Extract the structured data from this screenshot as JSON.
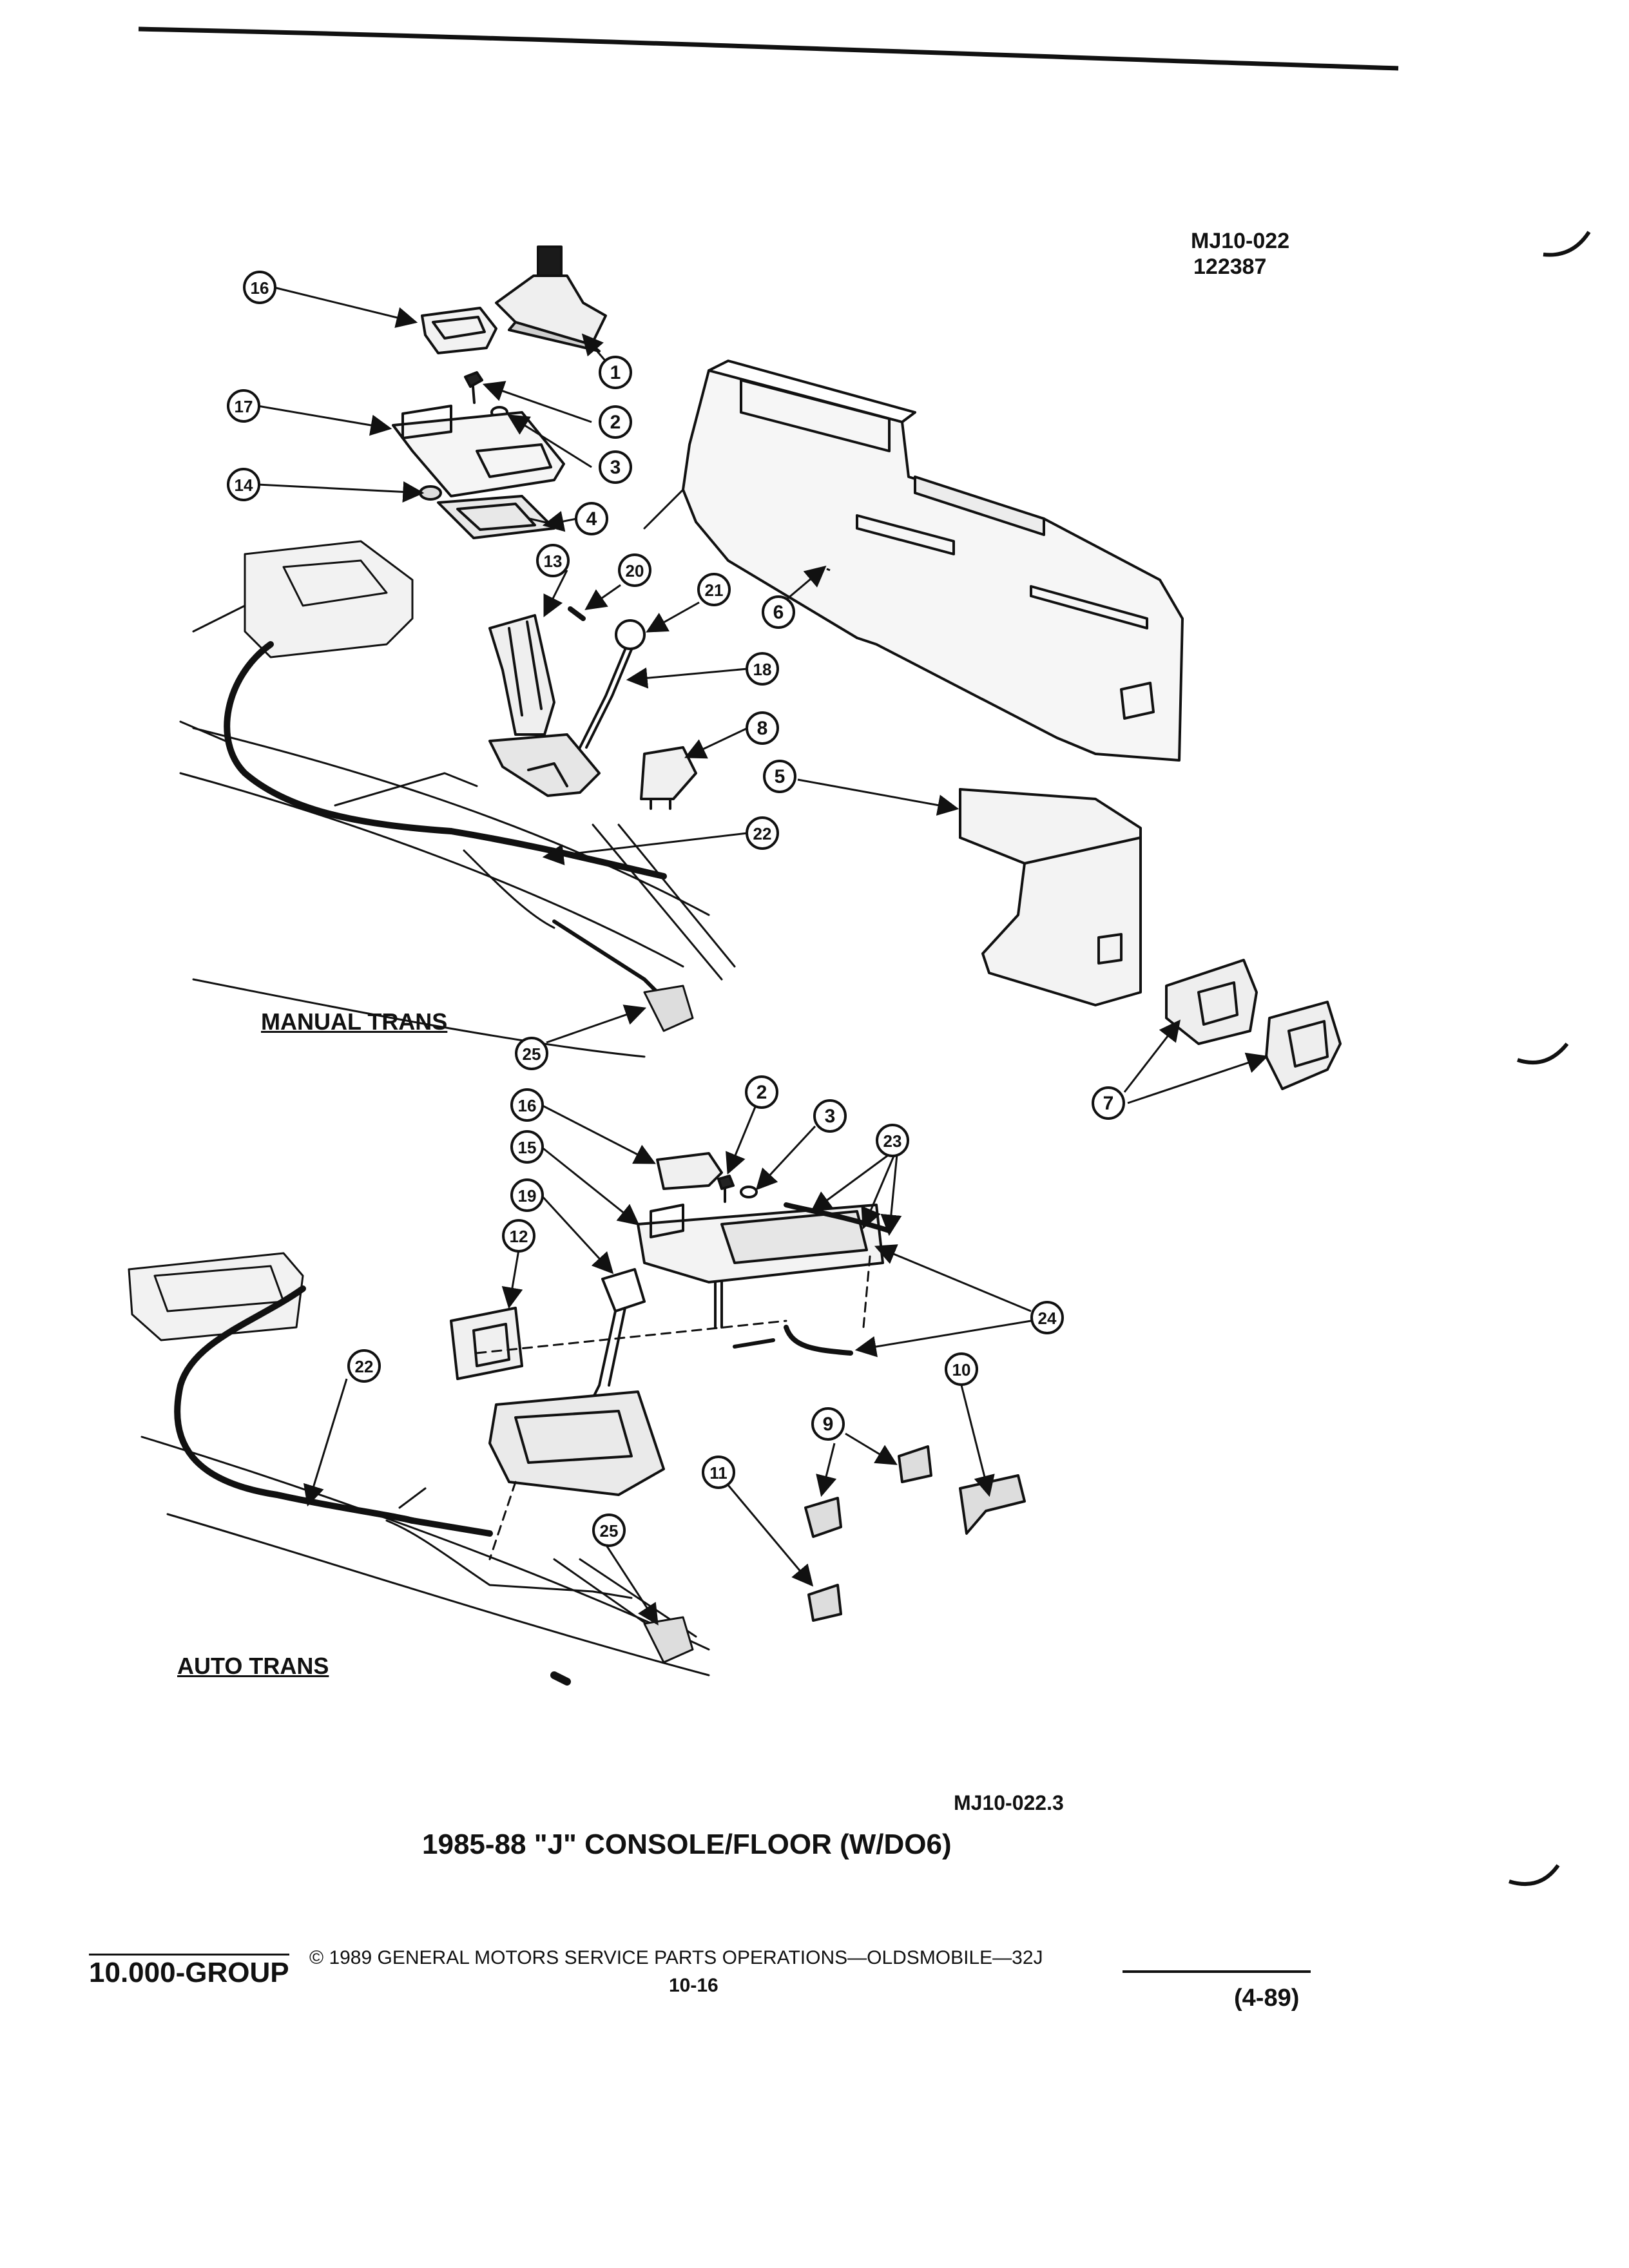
{
  "header": {
    "figure_id": "MJ10-022",
    "figure_date": "122387"
  },
  "sections": {
    "manual": "MANUAL TRANS",
    "auto": "AUTO TRANS"
  },
  "callouts": {
    "manual": [
      {
        "n": "16",
        "target": "shift-boot-bezel"
      },
      {
        "n": "1",
        "target": "shift-boot"
      },
      {
        "n": "17",
        "target": "shifter-plate"
      },
      {
        "n": "2",
        "target": "screw"
      },
      {
        "n": "3",
        "target": "nut"
      },
      {
        "n": "14",
        "target": "plug"
      },
      {
        "n": "4",
        "target": "seal-plate"
      },
      {
        "n": "13",
        "target": "shifter-bracket"
      },
      {
        "n": "20",
        "target": "spring"
      },
      {
        "n": "21",
        "target": "knob"
      },
      {
        "n": "18",
        "target": "shift-lever"
      },
      {
        "n": "6",
        "target": "console"
      },
      {
        "n": "8",
        "target": "switch"
      },
      {
        "n": "5",
        "target": "armrest"
      },
      {
        "n": "22",
        "target": "wire-harness"
      },
      {
        "n": "25",
        "target": "connector"
      },
      {
        "n": "7",
        "target": "ashtray"
      }
    ],
    "auto": [
      {
        "n": "16",
        "target": "bezel"
      },
      {
        "n": "2",
        "target": "screw"
      },
      {
        "n": "3",
        "target": "nut"
      },
      {
        "n": "23",
        "target": "clip"
      },
      {
        "n": "15",
        "target": "indicator-plate"
      },
      {
        "n": "19",
        "target": "shift-handle"
      },
      {
        "n": "12",
        "target": "bracket"
      },
      {
        "n": "24",
        "target": "lamp-harness"
      },
      {
        "n": "10",
        "target": "bracket"
      },
      {
        "n": "22",
        "target": "wire-harness"
      },
      {
        "n": "9",
        "target": "bracket"
      },
      {
        "n": "11",
        "target": "bracket"
      },
      {
        "n": "25",
        "target": "connector"
      }
    ]
  },
  "caption": {
    "figure_ref": "MJ10-022.3",
    "title": "1985-88 \"J\" CONSOLE/FLOOR (W/DO6)"
  },
  "footer": {
    "group": "10.000-GROUP",
    "copyright": "© 1989 GENERAL MOTORS SERVICE PARTS OPERATIONS—OLDSMOBILE—32J",
    "page": "10-16",
    "date": "(4-89)"
  }
}
